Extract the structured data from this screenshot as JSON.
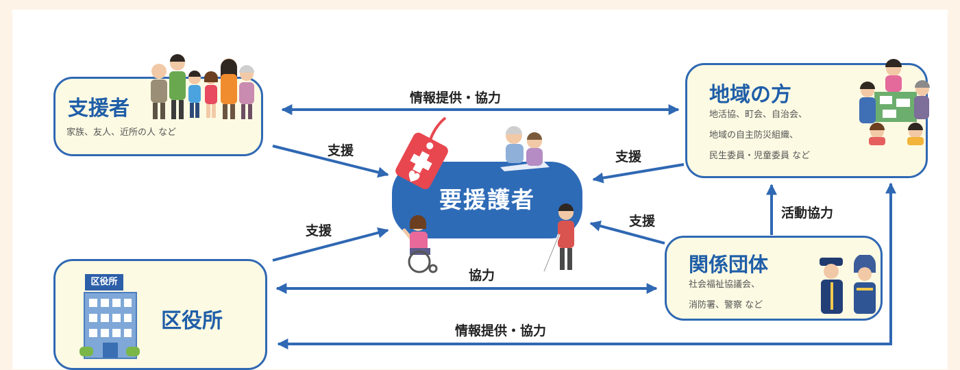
{
  "diagram": {
    "center": {
      "title": "要援護者"
    },
    "nodes": {
      "supporters": {
        "title": "支援者",
        "subtitle": "家族、友人、近所の人 など"
      },
      "community": {
        "title": "地域の方",
        "lines": [
          "地活協、町会、自治会、",
          "地域の自主防災組織、",
          "民生委員・児童委員 など"
        ]
      },
      "organizations": {
        "title": "関係団体",
        "lines": [
          "社会福祉協議会、",
          "消防署、警察 など"
        ]
      },
      "ward_office": {
        "title": "区役所",
        "sign": "区役所"
      }
    },
    "edges": {
      "supporters_community": "情報提供・協力",
      "supporters_center": "支援",
      "community_center": "支援",
      "ward_center": "支援",
      "organizations_center": "支援",
      "organizations_community": "活動協力",
      "ward_organizations": "協力",
      "ward_community": "情報提供・協力"
    },
    "colors": {
      "accent": "#2f68b3",
      "center_fill": "#2e6bb7",
      "box_fill": "#fdfae3",
      "background": "#fdf3e6"
    }
  }
}
